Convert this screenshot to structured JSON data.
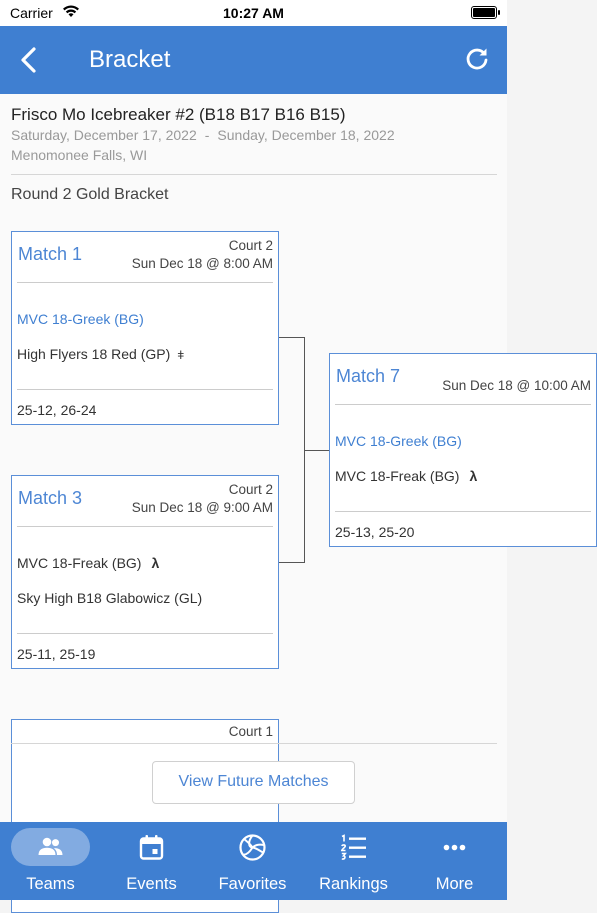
{
  "status_bar": {
    "carrier": "Carrier",
    "time": "10:27 AM"
  },
  "nav": {
    "title": "Bracket"
  },
  "event": {
    "title": "Frisco Mo Icebreaker #2 (B18 B17 B16 B15)",
    "start_date": "Saturday, December 17, 2022",
    "date_separator": "-",
    "end_date": "Sunday, December 18, 2022",
    "location": "Menomonee Falls, WI"
  },
  "round": {
    "title": "Round 2 Gold Bracket"
  },
  "matches": [
    {
      "title": "Match 1",
      "court": "Court 2",
      "time": "Sun Dec 18 @ 8:00 AM",
      "team1": "MVC 18-Greek (BG)",
      "team2": "High Flyers 18 Red (GP)",
      "team2_mark": "ǂ",
      "score": "25-12, 26-24"
    },
    {
      "title": "Match 3",
      "court": "Court 2",
      "time": "Sun Dec 18 @ 9:00 AM",
      "team1": "MVC 18-Freak (BG)",
      "team1_mark": "λ",
      "team2": "Sky High B18 Glabowicz (GL)",
      "score": "25-11, 25-19"
    },
    {
      "title": "Match 7",
      "court": "",
      "time": "Sun Dec 18 @ 10:00 AM",
      "team1": "MVC 18-Greek (BG)",
      "team2": "MVC 18-Freak (BG)",
      "team2_mark": "λ",
      "score": "25-13, 25-20"
    },
    {
      "court": "Court 1"
    }
  ],
  "future_button": {
    "label": "View Future Matches"
  },
  "tabs": [
    {
      "label": "Teams",
      "icon": "people-icon",
      "active": true
    },
    {
      "label": "Events",
      "icon": "calendar-icon",
      "active": false
    },
    {
      "label": "Favorites",
      "icon": "volleyball-icon",
      "active": false
    },
    {
      "label": "Rankings",
      "icon": "ranked-list-icon",
      "active": false
    },
    {
      "label": "More",
      "icon": "more-dots-icon",
      "active": false
    }
  ],
  "colors": {
    "primary": "#3f7fd1",
    "accent_text": "#4d86d4",
    "card_border": "#5b8fd8"
  }
}
